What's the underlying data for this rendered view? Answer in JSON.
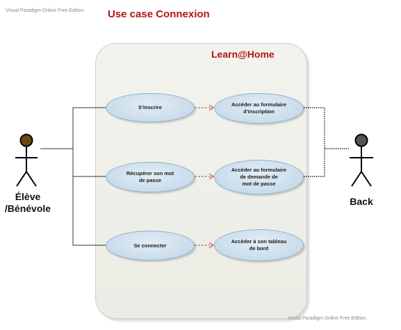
{
  "watermark": "Visual Paradigm Online Free Edition",
  "title": "Use case Connexion",
  "system": {
    "name": "Learn@Home"
  },
  "actors": {
    "left": {
      "label": "Élève\n/Bénévole",
      "head_color": "#6b4a10"
    },
    "right": {
      "label": "Back",
      "head_color": "#555555"
    }
  },
  "use_cases": {
    "sinscrire": "S'inscrire",
    "recuperer": "Récupérer son mot\nde passe",
    "connecter": "Se connecter",
    "form_inscription": "Accéder au formulaire\nd'inscription",
    "form_demande": "Accéder au formulaire\nde demande de\nmot de passe",
    "tableau_bord": "Accéder à son tableau\nde bord"
  },
  "colors": {
    "title": "#b31313",
    "usecase_fill": "#c9dceb",
    "include_arrow": "#c0392b"
  }
}
